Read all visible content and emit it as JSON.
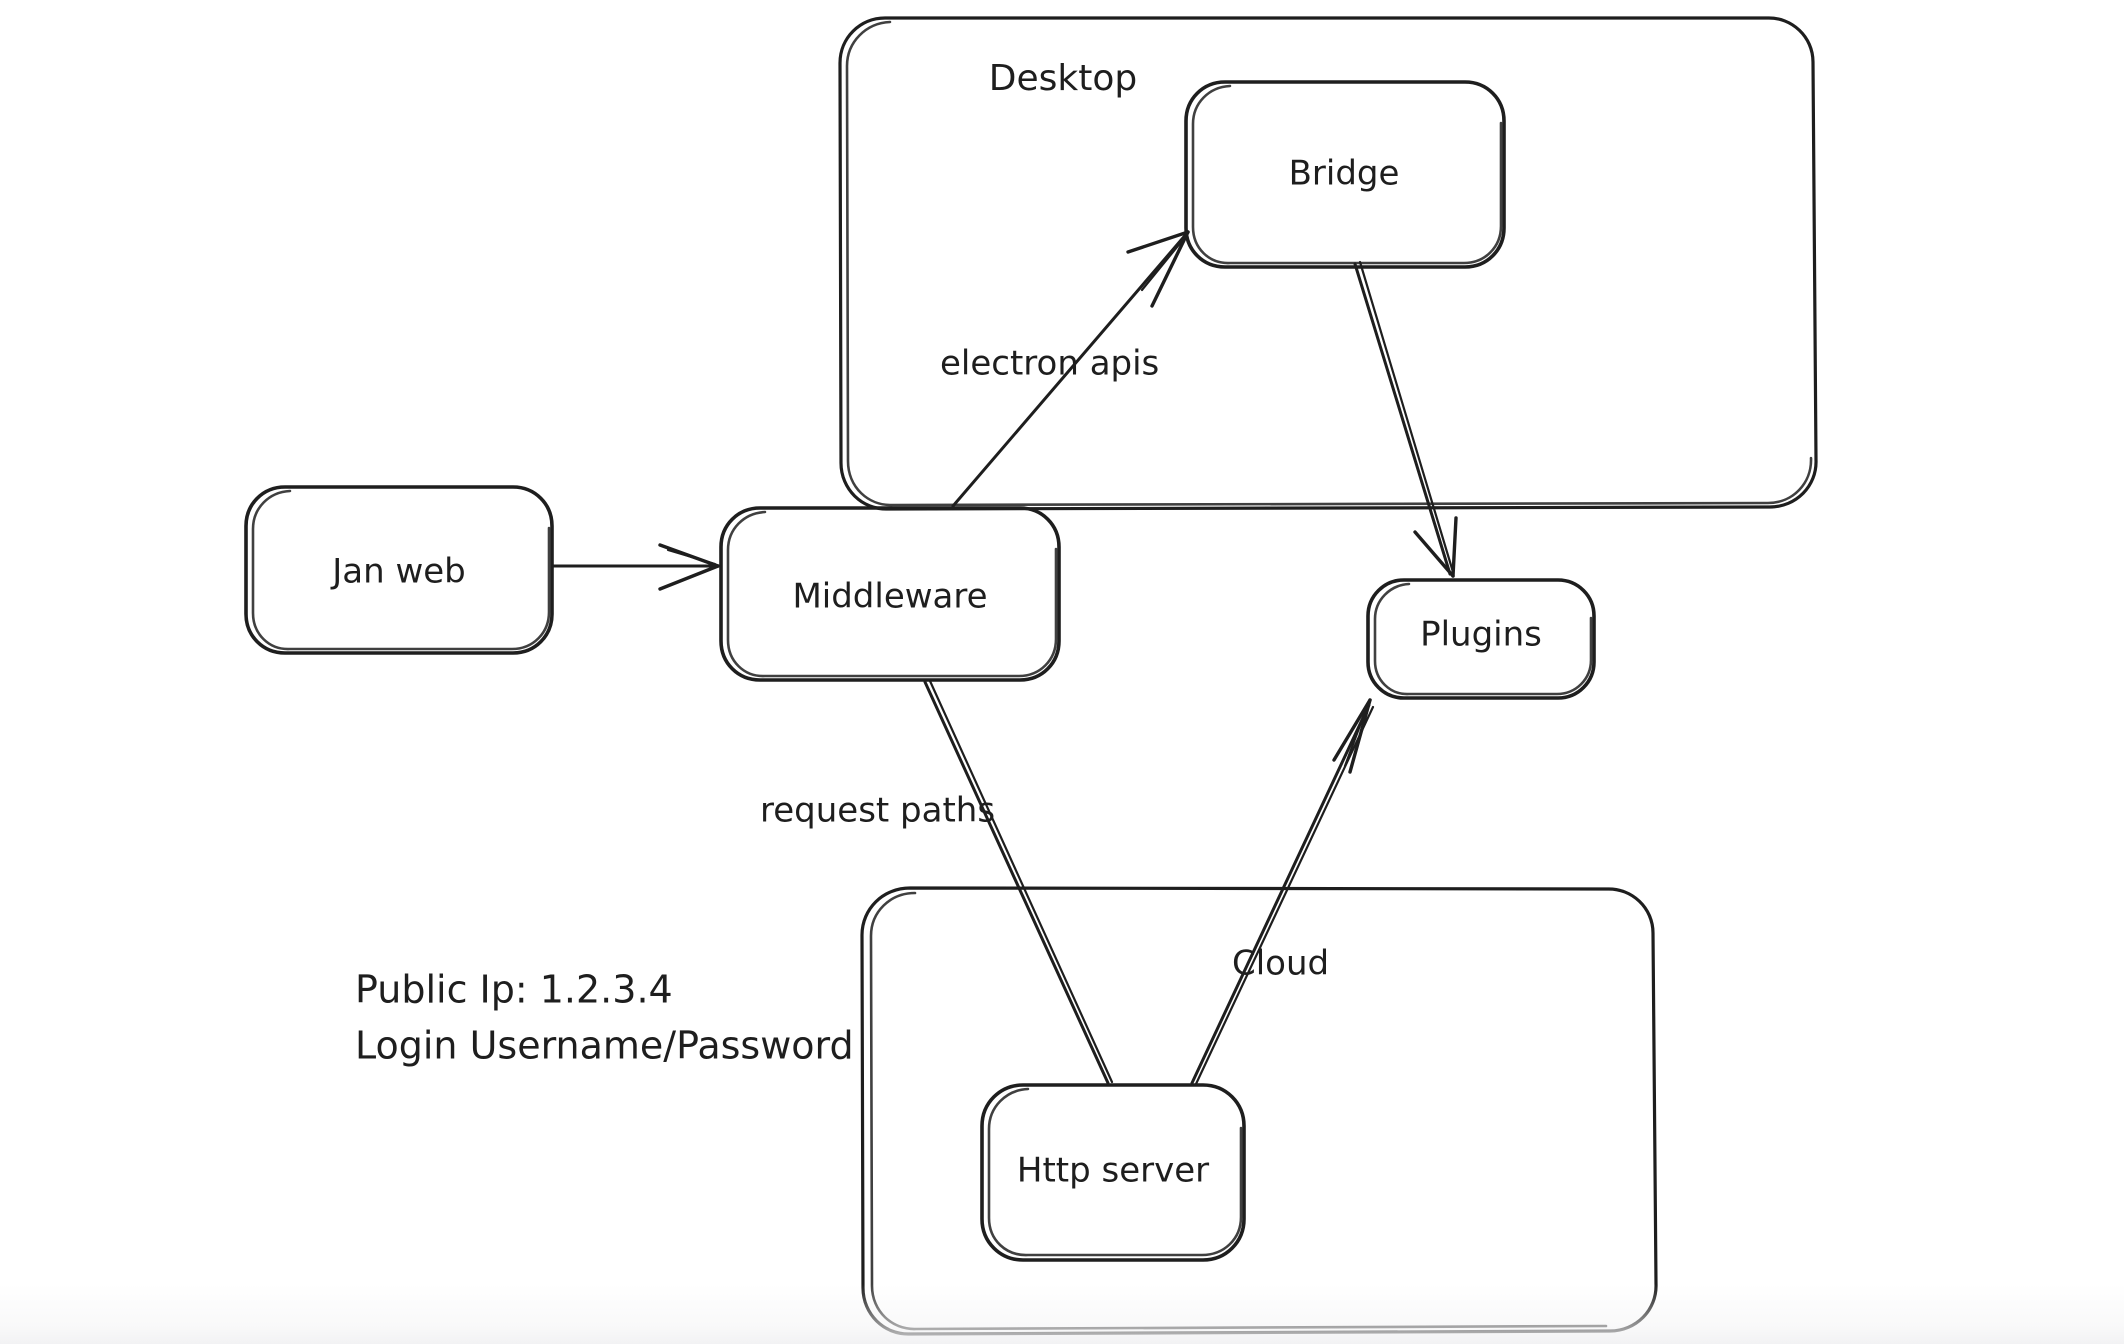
{
  "diagram": {
    "title": "Jan architecture flow",
    "style": "hand-drawn sketch",
    "ink_color": "#1e1e1e",
    "background_color": "#ffffff"
  },
  "containers": [
    {
      "id": "desktop",
      "label": "Desktop"
    },
    {
      "id": "cloud",
      "label": ""
    }
  ],
  "nodes": [
    {
      "id": "jan-web",
      "label": "Jan web"
    },
    {
      "id": "middleware",
      "label": "Middleware"
    },
    {
      "id": "bridge",
      "label": "Bridge"
    },
    {
      "id": "plugins",
      "label": "Plugins"
    },
    {
      "id": "http-server",
      "label": "Http server"
    }
  ],
  "edges": [
    {
      "id": "janweb-to-middleware",
      "from": "Jan web",
      "to": "Middleware",
      "label": "",
      "arrow": "to"
    },
    {
      "id": "middleware-to-bridge",
      "from": "Middleware",
      "to": "Bridge",
      "label": "electron apis",
      "arrow": "to"
    },
    {
      "id": "bridge-to-plugins",
      "from": "Bridge",
      "to": "Plugins",
      "label": "",
      "arrow": "to"
    },
    {
      "id": "middleware-to-httpserver",
      "from": "Middleware",
      "to": "Http server",
      "label": "request paths",
      "arrow": "none"
    },
    {
      "id": "httpserver-to-plugins",
      "from": "Http server",
      "to": "Plugins",
      "label": "Cloud",
      "arrow": "to"
    }
  ],
  "edge_labels": {
    "electron_apis": "electron apis",
    "request_paths": "request paths",
    "cloud": "Cloud"
  },
  "notes": {
    "line1": "Public Ip: 1.2.3.4",
    "line2": "Login Username/Password"
  }
}
